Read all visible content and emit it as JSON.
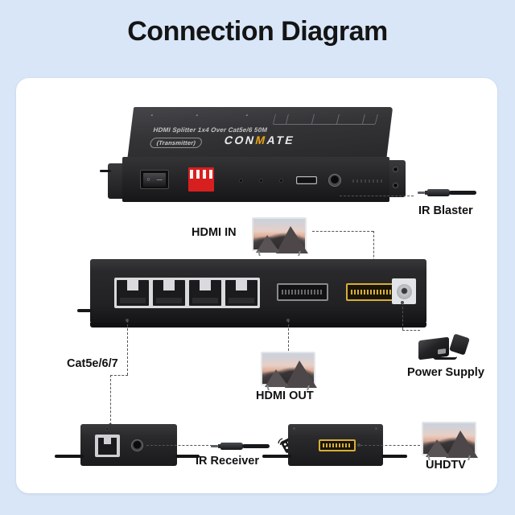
{
  "page": {
    "title": "Connection Diagram",
    "background_color": "#d8e6f8",
    "card_color": "#ffffff"
  },
  "devices": {
    "transmitter": {
      "name": "transmitter-unit",
      "model_text": "HDMI Splitter 1x4 Over Cat5e/6 50M",
      "role_text": "(Transmitter)",
      "brand": "CONMATE",
      "brand_accent_letter": "M",
      "brand_accent_color": "#e8a317",
      "front_controls": [
        "power-rocker-switch",
        "red-dip-switch-4-position",
        "led-indicator",
        "led-indicator",
        "led-indicator",
        "micro-usb-port",
        "ir-jack-3.5mm"
      ]
    },
    "splitter": {
      "name": "splitter-main-unit",
      "ports": {
        "rj45_count": 4,
        "hdmi_black": "HDMI",
        "hdmi_gold": "HDMI",
        "dc_jack": "DC Power"
      }
    },
    "receiver_left": {
      "name": "receiver-unit-left",
      "ports": [
        "rj45",
        "ir-jack-3.5mm"
      ]
    },
    "receiver_right": {
      "name": "receiver-unit-right",
      "ports": [
        "hdmi-gold"
      ]
    }
  },
  "labels": {
    "hdmi_in": "HDMI IN",
    "ir_blaster": "IR Blaster",
    "cat_cable": "Cat5e/6/7",
    "hdmi_out": "HDMI OUT",
    "power_supply": "Power Supply",
    "ir_receiver": "IR Receiver",
    "uhdtv": "UHDTV"
  },
  "accessories": {
    "ir_blaster_icon": "audio-jack-cable-icon",
    "ir_receiver_icon": "audio-jack-cable-icon",
    "remote_icon": "remote-control-icon",
    "power_supply_icon": "ac-adapter-icon",
    "tv_icon": "television-icon"
  },
  "connections": [
    {
      "from": "transmitter-ir-jack",
      "to": "ir-blaster",
      "style": "dashed"
    },
    {
      "from": "hdmi-in-tv",
      "to": "splitter-hdmi-black",
      "style": "dashed"
    },
    {
      "from": "splitter-hdmi-gold",
      "to": "hdmi-out-tv",
      "style": "dashed"
    },
    {
      "from": "splitter-dc-jack",
      "to": "power-supply",
      "style": "dashed"
    },
    {
      "from": "splitter-rj45",
      "to": "receiver-left-rj45",
      "style": "dashed",
      "label": "Cat5e/6/7"
    },
    {
      "from": "receiver-left-ir-jack",
      "to": "ir-receiver",
      "style": "dashed"
    },
    {
      "from": "receiver-right-hdmi",
      "to": "uhdtv",
      "style": "dashed"
    }
  ]
}
